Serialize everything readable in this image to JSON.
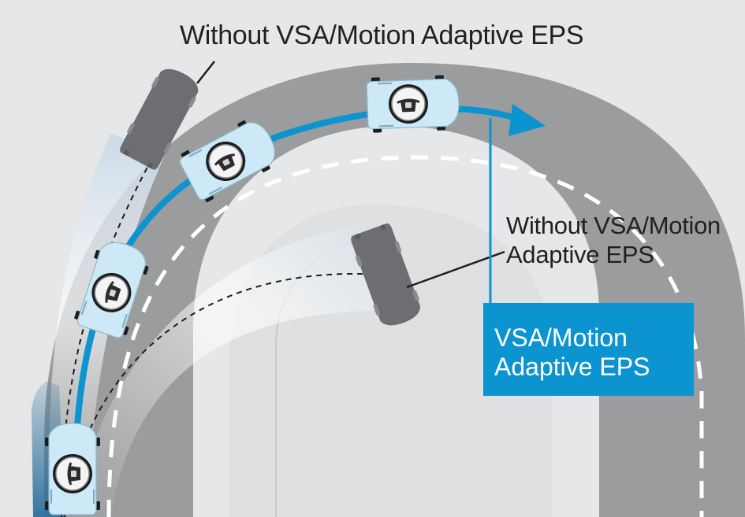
{
  "labels": {
    "without_top": "Without VSA/Motion Adaptive EPS",
    "without_mid_line1": "Without VSA/Motion",
    "without_mid_line2": "Adaptive EPS",
    "with_line1": "VSA/Motion",
    "with_line2": "Adaptive EPS"
  },
  "colors": {
    "background": "#e6e7e9",
    "road": "#9b9c9e",
    "lane_marking": "#ffffff",
    "vsa_path": "#0b94cf",
    "vsa_box": "#0b94cf",
    "car_with_vsa": "#cde8f6",
    "car_without_vsa": "#6d6e71"
  }
}
